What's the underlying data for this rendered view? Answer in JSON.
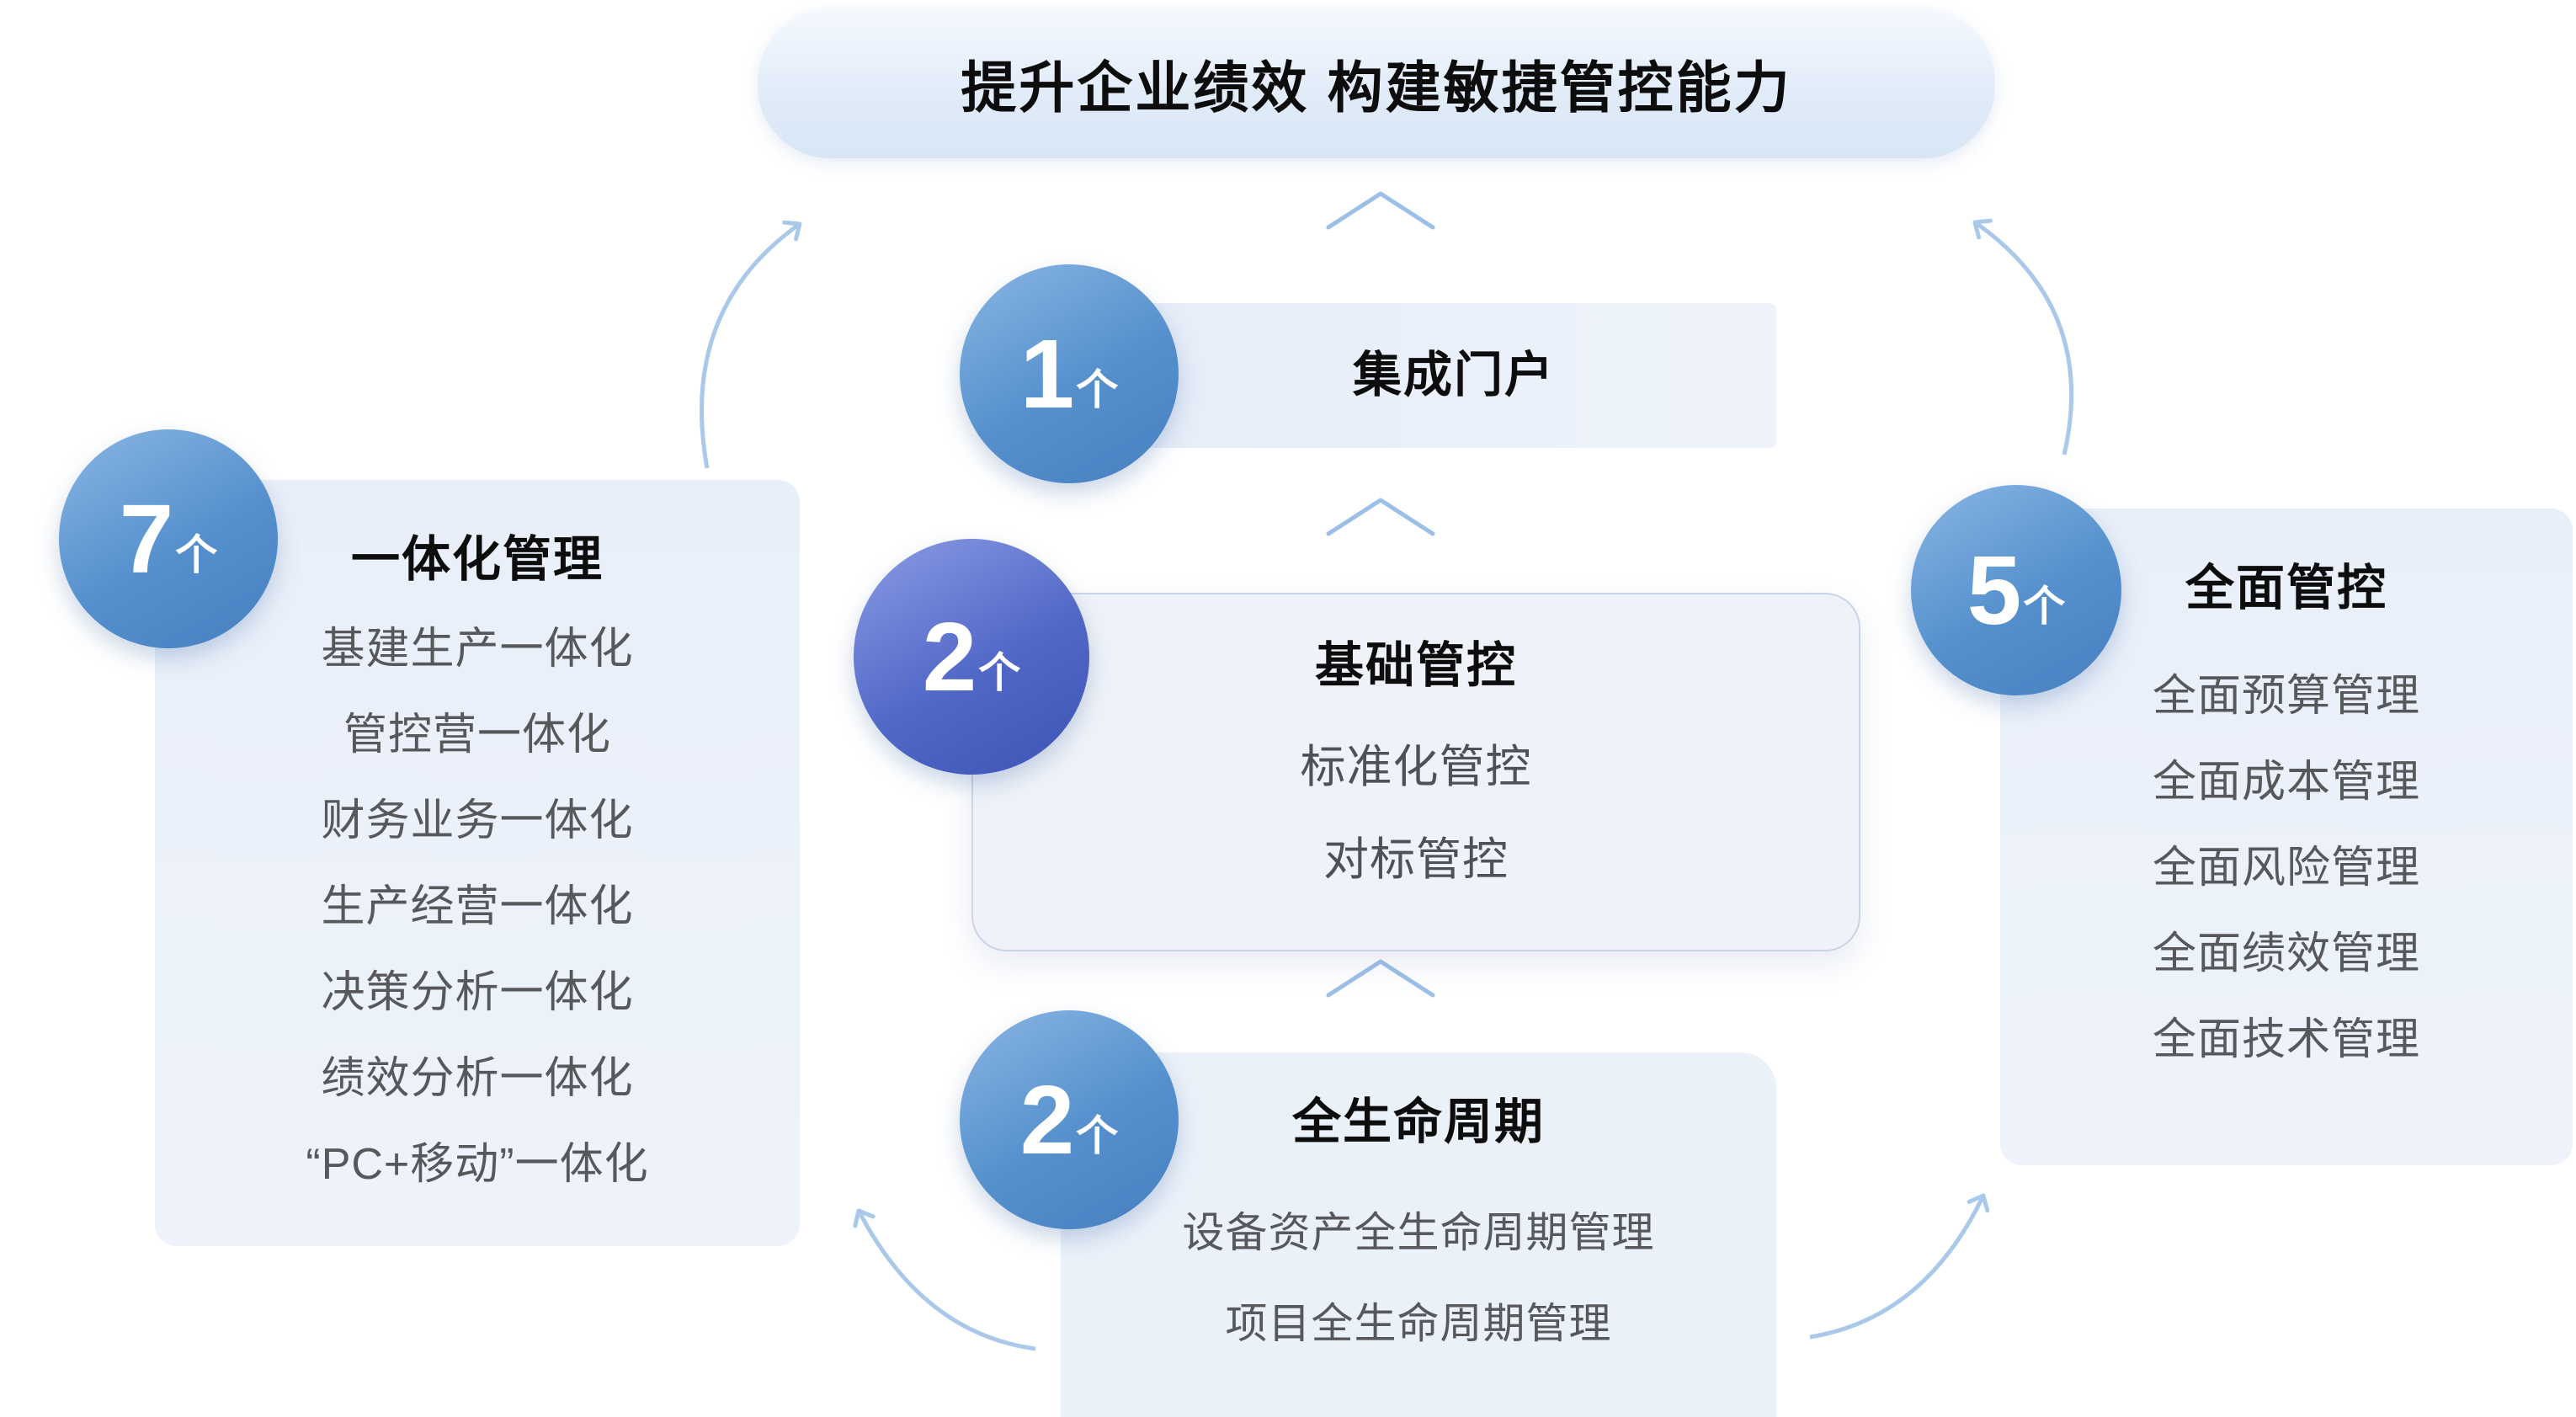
{
  "title": "提升企业绩效 构建敏捷管控能力",
  "center": {
    "portal": {
      "count": "1",
      "unit": "个",
      "label": "集成门户"
    },
    "base": {
      "count": "2",
      "unit": "个",
      "label": "基础管控",
      "items": [
        "标准化管控",
        "对标管控"
      ]
    },
    "lifecycle": {
      "count": "2",
      "unit": "个",
      "label": "全生命周期",
      "items": [
        "设备资产全生命周期管理",
        "项目全生命周期管理"
      ]
    }
  },
  "left_panel": {
    "count": "7",
    "unit": "个",
    "label": "一体化管理",
    "items": [
      "基建生产一体化",
      "管控营一体化",
      "财务业务一体化",
      "生产经营一体化",
      "决策分析一体化",
      "绩效分析一体化",
      "“PC+移动”一体化"
    ]
  },
  "right_panel": {
    "count": "5",
    "unit": "个",
    "label": "全面管控",
    "items": [
      "全面预算管理",
      "全面成本管理",
      "全面风险管理",
      "全面绩效管理",
      "全面技术管理"
    ]
  },
  "colors": {
    "circle_blue": "#5590cd",
    "circle_indigo": "#4c63c0",
    "arrow": "#aac9ea",
    "panel_fill": "#ebf1f9",
    "title_fill": "#dfeaf8"
  }
}
